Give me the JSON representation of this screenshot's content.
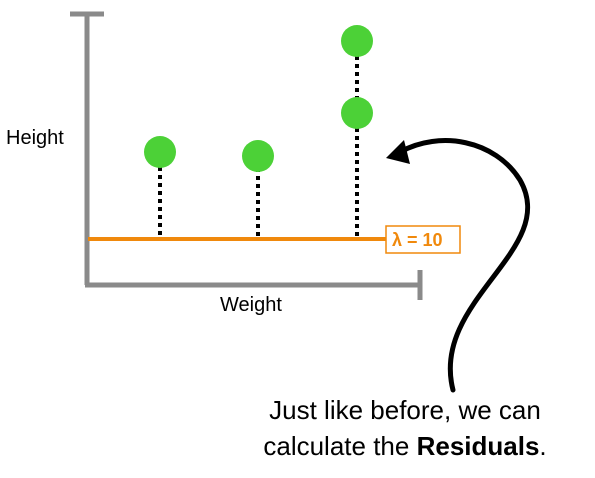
{
  "axes": {
    "y_label": "Height",
    "x_label": "Weight"
  },
  "line_label": "λ = 10",
  "points": [
    {
      "name": "point-1"
    },
    {
      "name": "point-2"
    },
    {
      "name": "point-3"
    },
    {
      "name": "point-4"
    }
  ],
  "caption": {
    "line1": "Just like before, we can",
    "line2_prefix": "calculate the ",
    "line2_bold": "Residuals",
    "line2_suffix": "."
  },
  "colors": {
    "axis": "#8a8a8a",
    "fit_line": "#f0890c",
    "points": "#4cd137",
    "residual": "#000000",
    "arrow": "#000000"
  },
  "icons": [
    "curved-arrow-icon"
  ]
}
